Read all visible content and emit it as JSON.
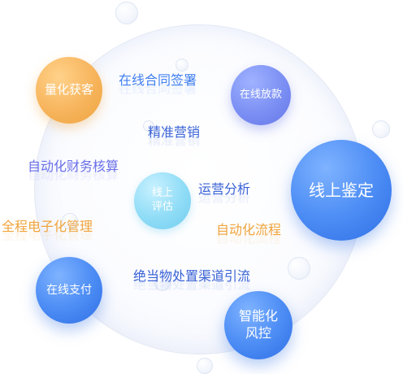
{
  "nodes": {
    "quantify": "量化获客",
    "online_loan": "在线放款",
    "online_appraisal": "线上鉴定",
    "online_eval_line1": "线上",
    "online_eval_line2": "评估",
    "online_payment": "在线支付",
    "smart_risk_line1": "智能化",
    "smart_risk_line2": "风控"
  },
  "labels": {
    "contract_signing": "在线合同签署",
    "precision_marketing": "精准营销",
    "auto_accounting": "自动化财务核算",
    "operation_analysis": "运营分析",
    "full_digital": "全程电子化管理",
    "auto_process": "自动化流程",
    "pawn_disposal": "绝当物处置渠道引流"
  },
  "colors": {
    "blue": "#3f7ff0",
    "purple": "#6a70e8",
    "orange": "#f0a43c",
    "node_orange": "#f7b45c",
    "node_blue": "#2f6fe6",
    "node_purple": "#7b8ff4",
    "node_cyan": "#8fdcf6"
  }
}
